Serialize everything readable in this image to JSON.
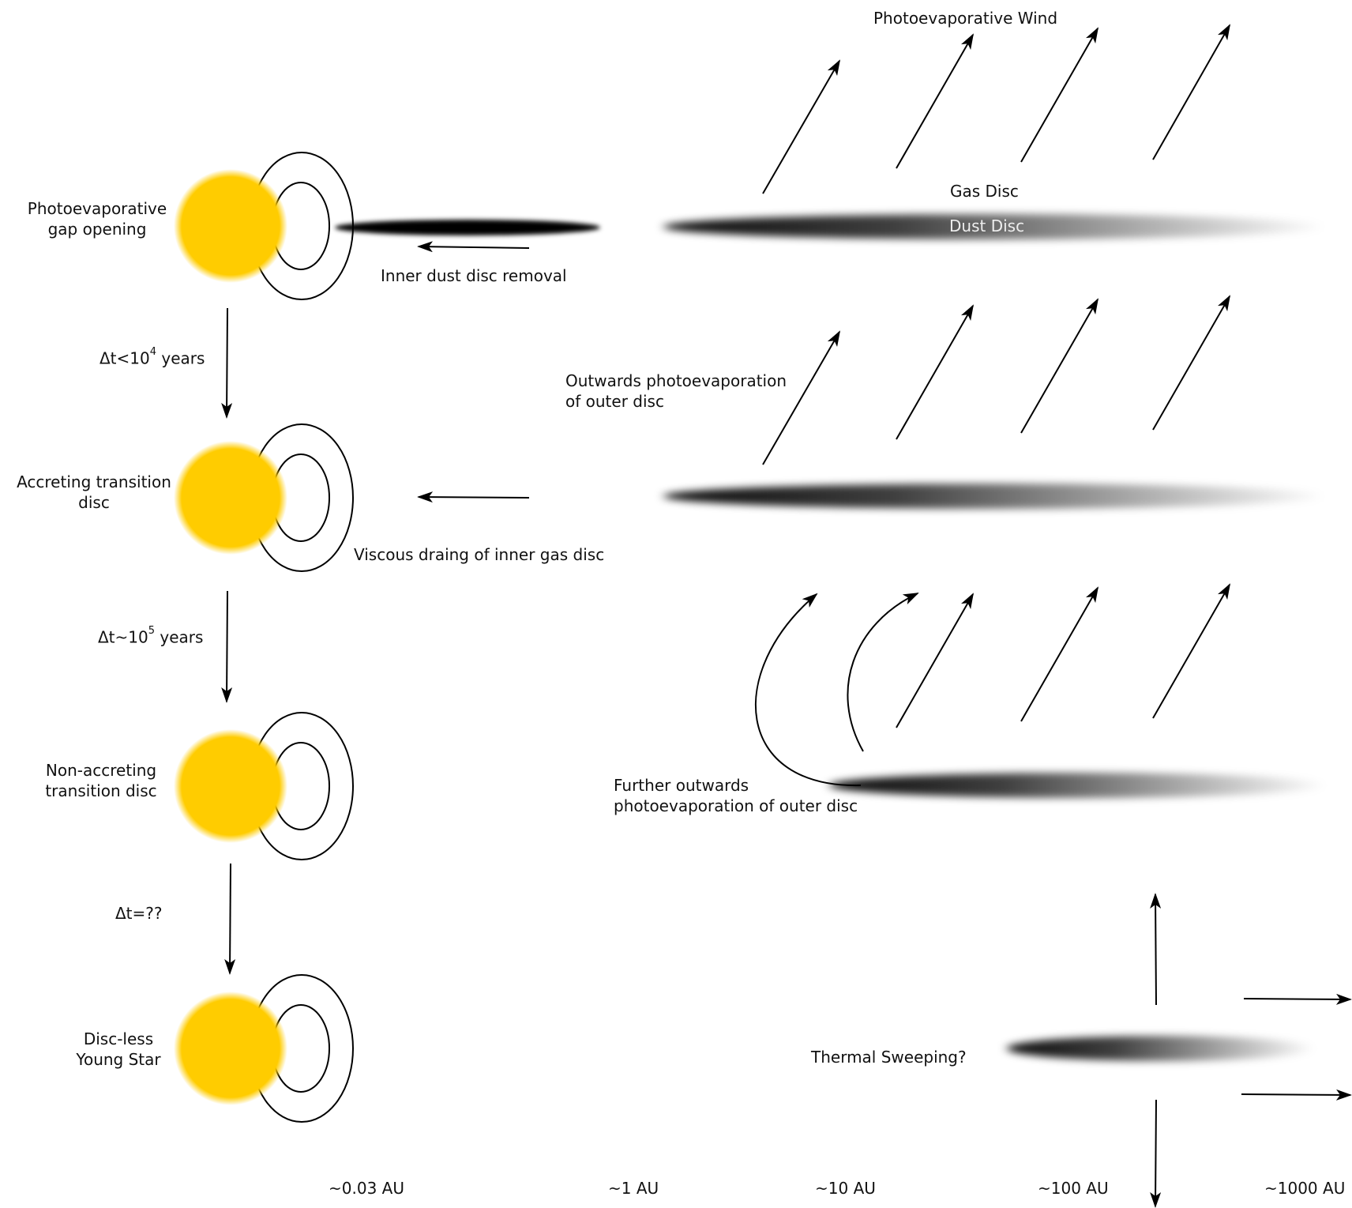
{
  "stages": [
    {
      "line1": "Photoevaporative",
      "line2": "gap opening"
    },
    {
      "line1": "Accreting transition",
      "line2": "disc"
    },
    {
      "line1": "Non-accreting",
      "line2": "transition disc"
    },
    {
      "line1": "Disc-less",
      "line2": "Young Star"
    }
  ],
  "timescales": [
    {
      "prefix": "Δt<10",
      "exp": "4",
      "suffix": " years"
    },
    {
      "prefix": "Δt~10",
      "exp": "5",
      "suffix": " years"
    },
    {
      "prefix": "Δt=??",
      "exp": "",
      "suffix": ""
    }
  ],
  "labels": {
    "wind": "Photoevaporative Wind",
    "gas_disc": "Gas Disc",
    "dust_disc": "Dust Disc",
    "inner_dust_removal": "Inner dust disc removal",
    "outwards_1": "Outwards photoevaporation",
    "outwards_2": "of outer disc",
    "viscous": "Viscous draing of inner gas disc",
    "further_1": "Further outwards",
    "further_2": "photoevaporation of outer disc",
    "thermal": "Thermal Sweeping?"
  },
  "axis_ticks": [
    "~0.03 AU",
    "~1 AU",
    "~10 AU",
    "~100 AU",
    "~1000 AU"
  ],
  "colors": {
    "star": "#FFCC00",
    "disc": "#000000",
    "dust_label": "#eeeeee"
  }
}
